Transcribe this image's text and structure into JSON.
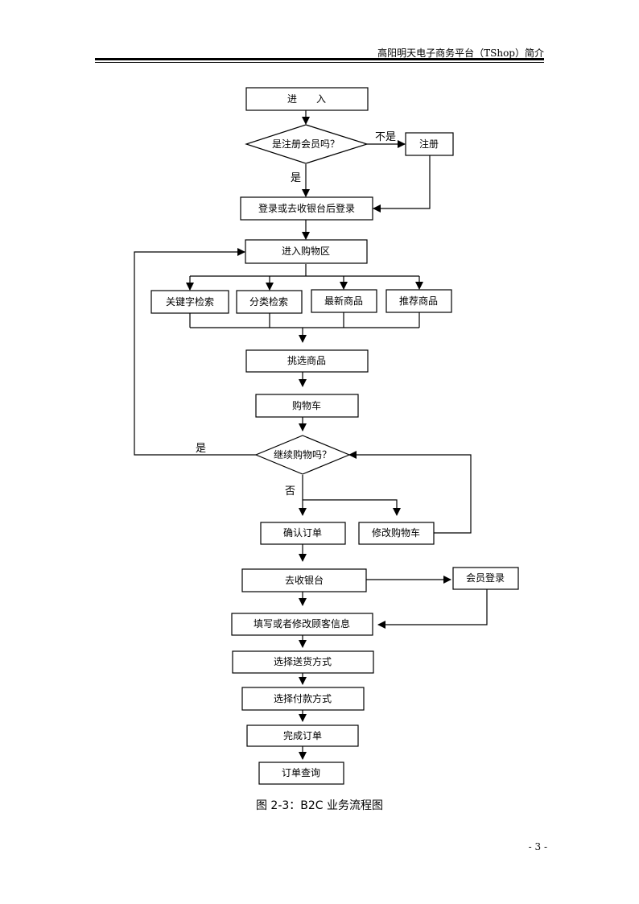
{
  "header": {
    "title": "高阳明天电子商务平台（TShop）简介"
  },
  "nodes": {
    "enter": "进　　入",
    "is_member": "是注册会员吗？",
    "register": "注册",
    "login": "登录或去收银台后登录",
    "shopping_area": "进入购物区",
    "keyword_search": "关键字检索",
    "category_search": "分类检索",
    "newest": "最新商品",
    "recommended": "推荐商品",
    "pick_goods": "挑选商品",
    "cart": "购物车",
    "continue_shopping": "继续购物吗？",
    "confirm_order": "确认订单",
    "modify_cart": "修改购物车",
    "checkout": "去收银台",
    "member_login": "会员登录",
    "fill_info": "填写或者修改顾客信息",
    "delivery": "选择送货方式",
    "payment": "选择付款方式",
    "complete": "完成订单",
    "query": "订单查询"
  },
  "edge_labels": {
    "not_yes": "不是",
    "yes_member": "是",
    "yes_continue": "是",
    "no_continue": "否"
  },
  "caption": "图 2-3：B2C 业务流程图",
  "page_number": "- 3 -"
}
